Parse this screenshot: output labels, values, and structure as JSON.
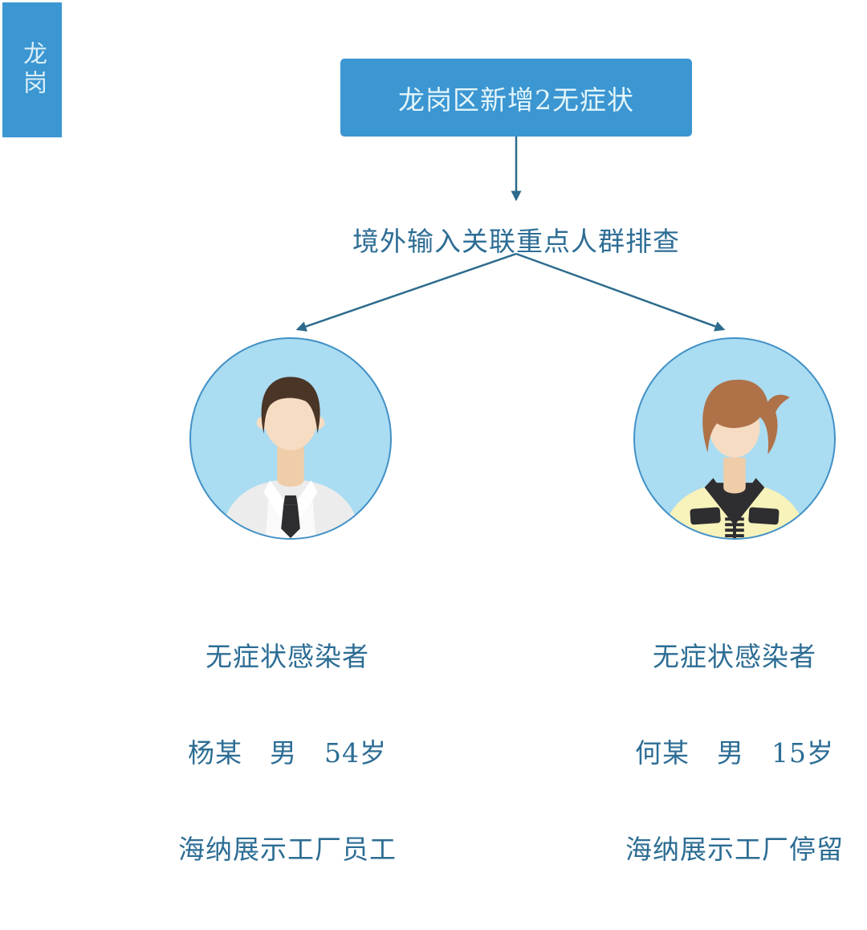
{
  "colors": {
    "primary_blue": "#3b96d2",
    "box_text": "#e3f5fa",
    "connector_line": "#2c6b8d",
    "label_text": "#2d6d94",
    "circle_fill": "#aadcf2",
    "circle_border": "#4291c6"
  },
  "region_tab": {
    "label": "龙岗"
  },
  "header": {
    "title": "龙岗区新增2无症状"
  },
  "flow": {
    "screening_label": "境外输入关联重点人群排查"
  },
  "cases": [
    {
      "avatar": "adult-man-suit-tie-avatar",
      "lines": [
        "无症状感染者",
        "杨某　男　54岁",
        "海纳展示工厂员工"
      ]
    },
    {
      "avatar": "teen-boy-yellow-jacket-avatar",
      "lines": [
        "无症状感染者",
        "何某　男　15岁",
        "海纳展示工厂停留"
      ]
    }
  ]
}
